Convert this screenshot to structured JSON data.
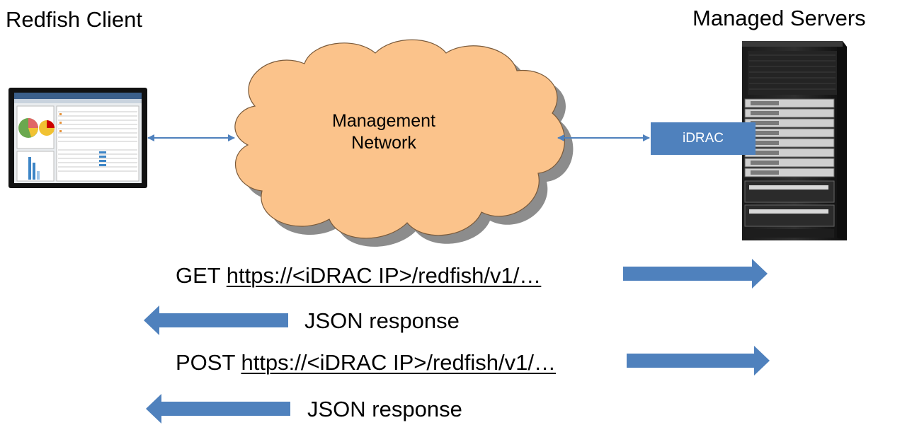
{
  "client": {
    "label": "Redfish Client"
  },
  "servers": {
    "label": "Managed Servers",
    "controller_label": "iDRAC"
  },
  "network": {
    "label_line1": "Management",
    "label_line2": "Network"
  },
  "requests": [
    {
      "method": "GET",
      "url": "https://<iDRAC IP>/redfish/v1/…"
    },
    {
      "response": "JSON response"
    },
    {
      "method": "POST",
      "url": "https://<iDRAC IP>/redfish/v1/…"
    },
    {
      "response": "JSON response"
    }
  ],
  "colors": {
    "arrow": "#4f81bd",
    "cloud_fill": "#fbc38b",
    "cloud_shadow": "#8c8c8c",
    "idrac_box": "#4f81bd"
  }
}
